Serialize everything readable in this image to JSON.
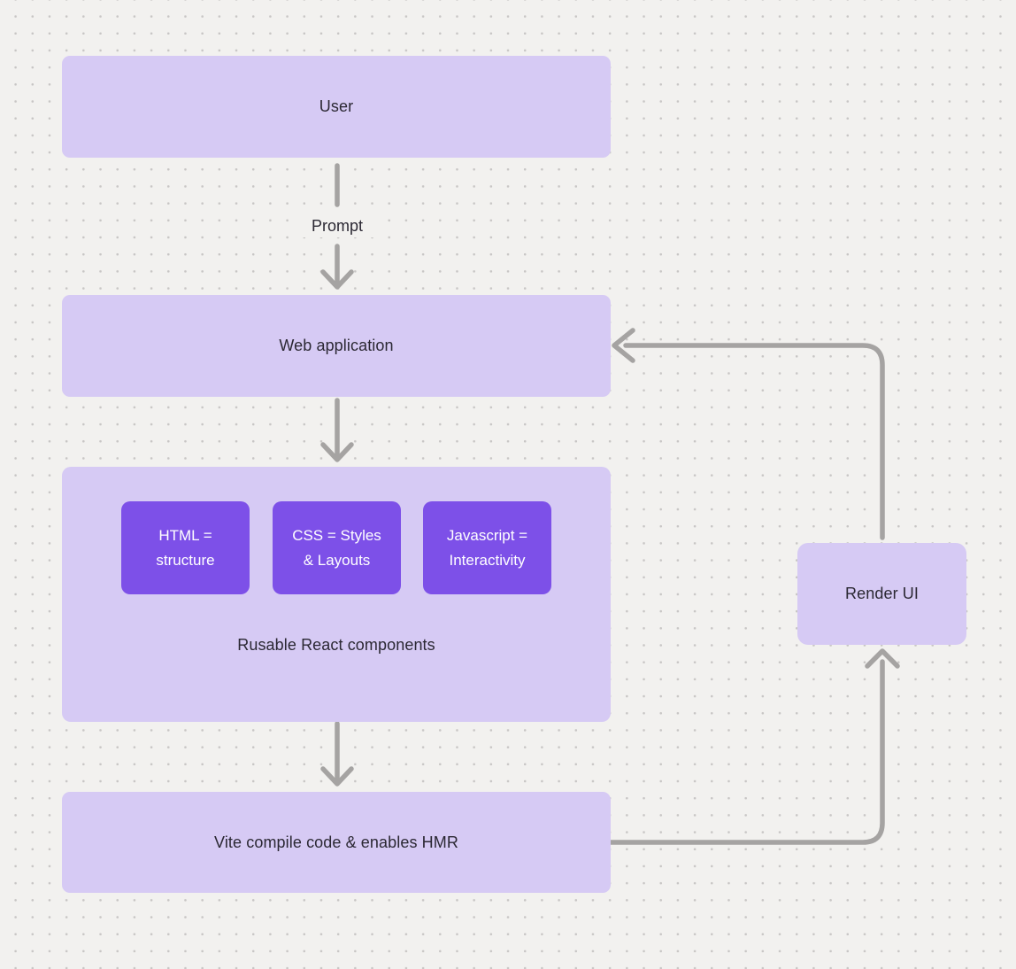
{
  "colors": {
    "bg": "#f2f1ef",
    "dot": "#c8c6c5",
    "node_fill": "#d6caf4",
    "chip_fill": "#7d50e8",
    "chip_text": "#ffffff",
    "arrow": "#a5a3a2",
    "text": "#2b2833"
  },
  "diagram": {
    "nodes": {
      "user": "User",
      "web_application": "Web application",
      "vite": "Vite compile code & enables HMR",
      "render_ui": "Render UI"
    },
    "components_group": {
      "chips": [
        "HTML =\nstructure",
        "CSS = Styles\n& Layouts",
        "Javascript =\nInteractivity"
      ],
      "caption": "Rusable React components"
    },
    "edge_labels": {
      "prompt": "Prompt"
    }
  }
}
